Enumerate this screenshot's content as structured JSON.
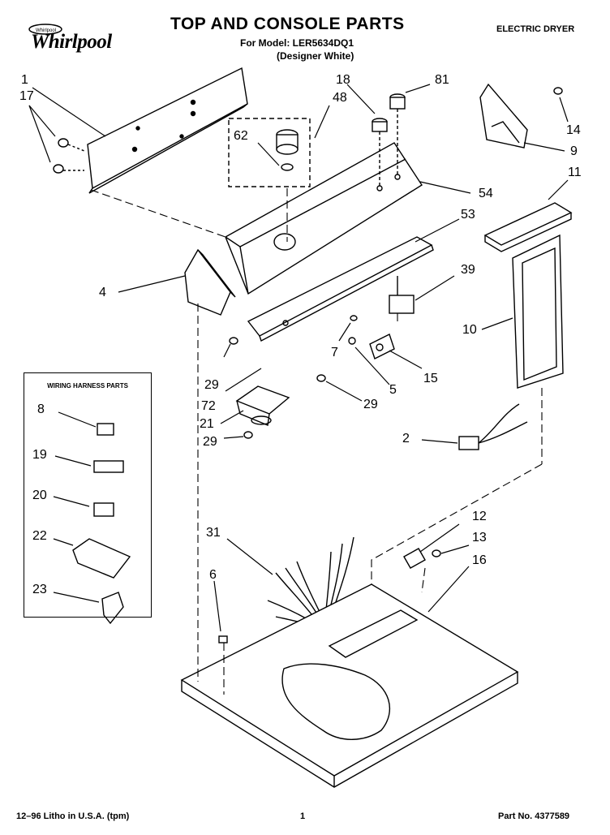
{
  "header": {
    "title": "TOP AND CONSOLE PARTS",
    "model_line": "For Model: LER5634DQ1",
    "finish_line": "(Designer White)",
    "product_type": "ELECTRIC DRYER",
    "brand": "Whirlpool"
  },
  "harness_box": {
    "title": "WIRING HARNESS PARTS"
  },
  "callouts": {
    "c1": "1",
    "c17": "17",
    "c18": "18",
    "c81": "81",
    "c48": "48",
    "c62": "62",
    "c14": "14",
    "c9": "9",
    "c11": "11",
    "c54": "54",
    "c53": "53",
    "c4": "4",
    "c39": "39",
    "c10": "10",
    "c7": "7",
    "c5": "5",
    "c15": "15",
    "c29a": "29",
    "c72": "72",
    "c29b": "29",
    "c21": "21",
    "c29c": "29",
    "c2": "2",
    "c8": "8",
    "c19": "19",
    "c20": "20",
    "c22": "22",
    "c23": "23",
    "c31": "31",
    "c12": "12",
    "c13": "13",
    "c16": "16",
    "c6": "6"
  },
  "footer": {
    "left": "12–96 Litho in U.S.A. (tpm)",
    "page": "1",
    "part_no": "Part No. 4377589"
  }
}
